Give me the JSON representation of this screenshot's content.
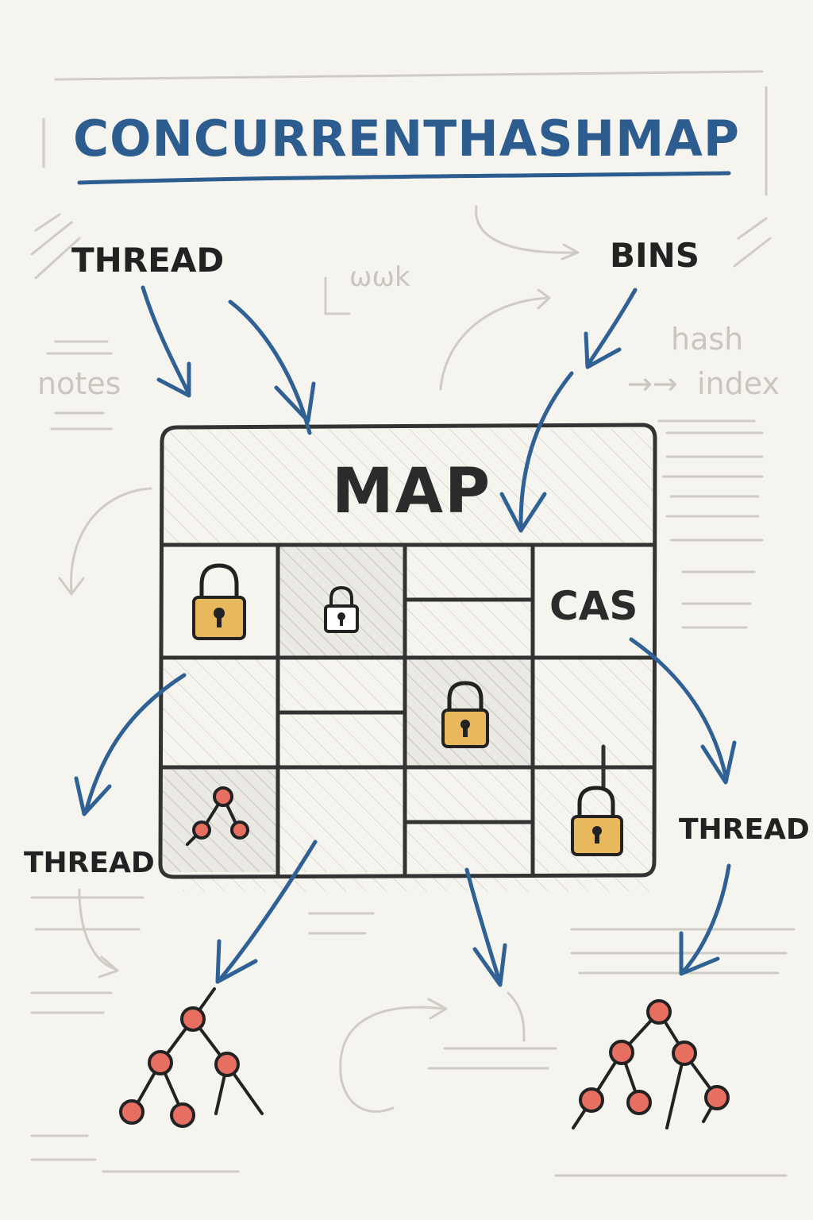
{
  "title": "CONCURRENTHASHMAP",
  "labels": {
    "thread_top_left": "THREAD",
    "bins": "BINS",
    "map": "MAP",
    "cas": "CAS",
    "thread_left": "THREAD",
    "thread_right": "THREAD"
  },
  "notes": {
    "left": "notes",
    "hash": "hash",
    "index": "index",
    "arrows": "→→",
    "squiggle": "ѡѡk"
  },
  "colors": {
    "title": "#2d5d8f",
    "arrow": "#2f6194",
    "lock": "#e8b85d",
    "tree_node": "#e66f62",
    "ink": "#222222",
    "paper": "#f6f4ef"
  },
  "icons": [
    "padlock-icon",
    "tree-icon",
    "arrow-icon"
  ]
}
